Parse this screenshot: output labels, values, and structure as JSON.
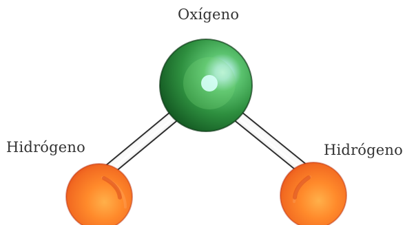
{
  "labels": {
    "oxygen": "Oxígeno",
    "hydrogen_left": "Hidrógeno",
    "hydrogen_right": "Hidrógeno"
  },
  "colors": {
    "oxygen_light": "#b9efe8",
    "oxygen_mid": "#3fae4f",
    "oxygen_dark": "#0f4f1d",
    "hydrogen_light": "#ffb04a",
    "hydrogen_mid": "#f26a21",
    "hydrogen_dark": "#d93a14",
    "bond_light": "#f4f4f4",
    "bond_mid": "#a9a9a9",
    "bond_dark": "#3d3d3d",
    "text": "#333333"
  }
}
